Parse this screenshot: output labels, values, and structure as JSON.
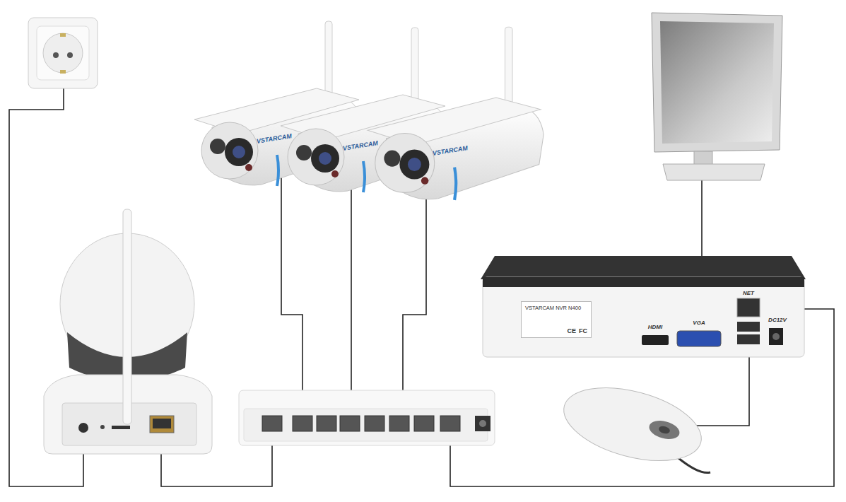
{
  "diagram": {
    "nodes": [
      {
        "text": [
          "VSTARCAM"
        ]
      },
      {
        "text": [
          "VSTARCAM"
        ]
      },
      {
        "text": [
          "VSTARCAM"
        ]
      },
      {
        "text": [
          "VSTARCAM NVR N400",
          "CE",
          "FC"
        ]
      }
    ],
    "labels": [
      "HDMI",
      "VGA",
      "NET",
      "DC12V"
    ]
  }
}
